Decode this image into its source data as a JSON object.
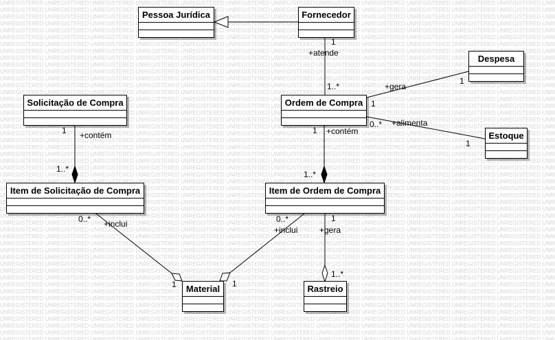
{
  "watermark": "UNREGISTERED",
  "classes": {
    "pessoa_juridica": "Pessoa Jurídica",
    "fornecedor": "Fornecedor",
    "despesa": "Despesa",
    "solicitacao_compra": "Solicitação de Compra",
    "ordem_compra": "Ordem de Compra",
    "estoque": "Estoque",
    "item_solicitacao": "Item de Solicitação de Compra",
    "item_ordem": "Item de Ordem de Compra",
    "material": "Material",
    "rastreio": "Rastreio"
  },
  "associations": {
    "fornecedor_ordem": {
      "role": "+atende",
      "mult_source": "1",
      "mult_target": "1..*"
    },
    "ordem_despesa": {
      "role": "+gera",
      "mult_source": "1",
      "mult_target": "1"
    },
    "ordem_estoque": {
      "role": "+alimenta",
      "mult_source": "0..*",
      "mult_target": "1"
    },
    "solicitacao_item": {
      "role": "+contém",
      "mult_source": "1",
      "mult_target": "1..*"
    },
    "ordem_item": {
      "role": "+contém",
      "mult_source": "1",
      "mult_target": "1..*"
    },
    "itemsol_material": {
      "role": "+inclui",
      "mult_source": "0..*",
      "mult_target": "1"
    },
    "itemord_material": {
      "role": "+inclui",
      "mult_source": "0..*",
      "mult_target": "1"
    },
    "itemord_rastreio": {
      "role": "+gera",
      "mult_source": "1",
      "mult_target": "1..*"
    }
  }
}
